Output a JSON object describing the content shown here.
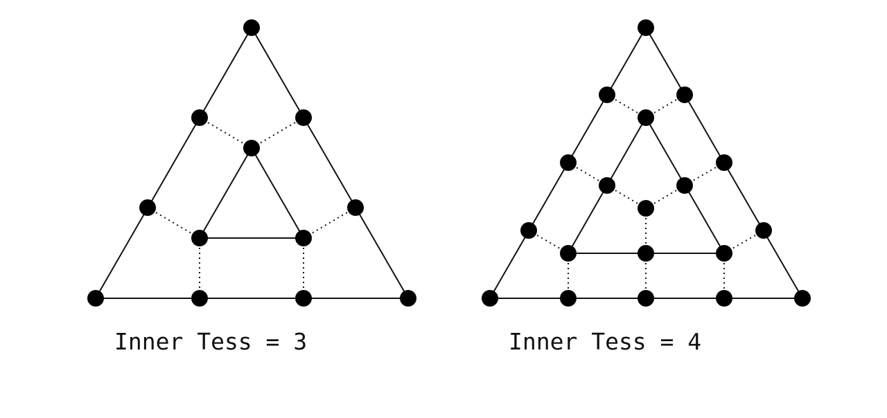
{
  "figures": [
    {
      "caption": "Inner Tess = 3",
      "inner_tessellation_level": 3
    },
    {
      "caption": "Inner Tess = 4",
      "inner_tessellation_level": 4
    }
  ],
  "colors": {
    "line": "#111111",
    "vertex": "#000000",
    "background": "#ffffff"
  }
}
